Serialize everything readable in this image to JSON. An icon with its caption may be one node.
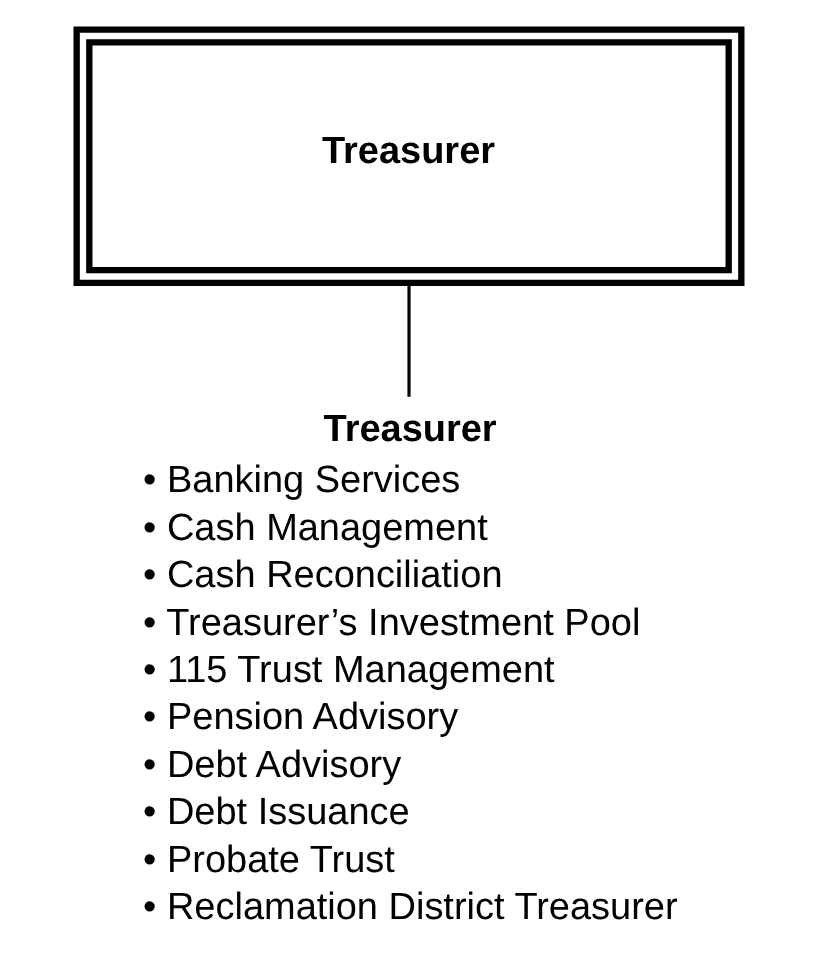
{
  "diagram": {
    "nodes": [
      {
        "text": [
          "Treasurer"
        ]
      },
      {
        "text": [
          "Treasurer",
          "• Banking Services",
          "• Cash Management",
          "• Cash Reconciliation",
          "• Treasurer’s Investment Pool",
          "• 115 Trust Management",
          "• Pension Advisory",
          "• Debt Advisory",
          "• Debt Issuance",
          "• Probate Trust",
          "• Reclamation District Treasurer"
        ]
      }
    ],
    "edges": [
      {
        "from": 0,
        "to": 1,
        "arrow": "none"
      }
    ]
  }
}
